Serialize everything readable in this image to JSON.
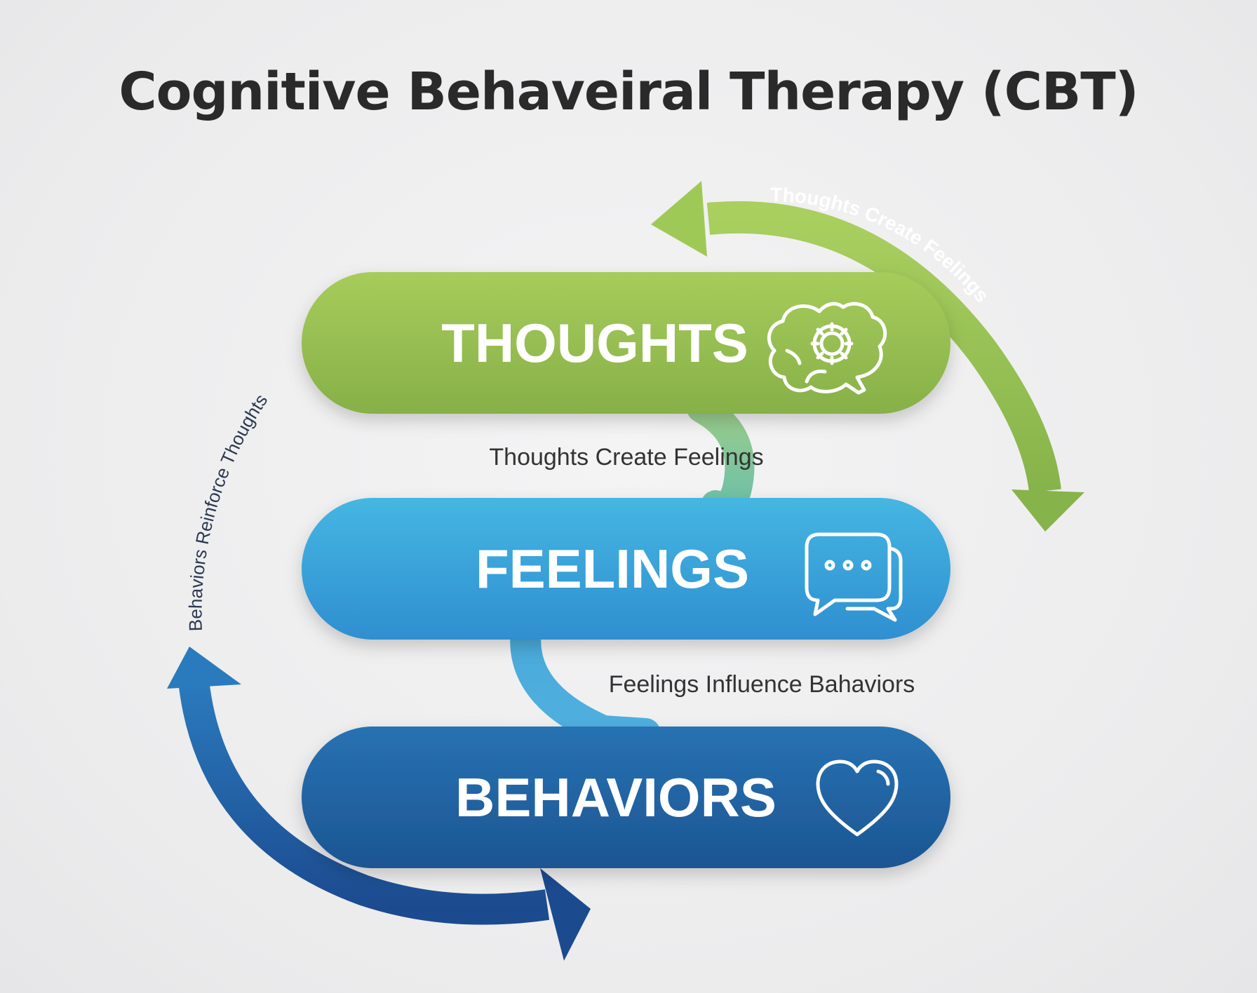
{
  "title": "Cognitive Behaveiral Therapy (CBT)",
  "nodes": [
    {
      "label": "THOUGHTS",
      "icon": "brain-gear-icon",
      "color": "#8cb748"
    },
    {
      "label": "FEELINGS",
      "icon": "chat-bubbles-icon",
      "color": "#3aa6dc"
    },
    {
      "label": "BEHAVIORS",
      "icon": "heart-icon",
      "color": "#1f5f9e"
    }
  ],
  "connectors": [
    {
      "label": "Thoughts Create Feelings"
    },
    {
      "label": "Feelings Influence Bahaviors"
    }
  ],
  "arcs": {
    "right": {
      "label": "Thoughts Create Feelings",
      "color": "#8cb748"
    },
    "left": {
      "label": "Behaviors Reinforce Thoughts",
      "color": "#1e5aa0"
    }
  }
}
